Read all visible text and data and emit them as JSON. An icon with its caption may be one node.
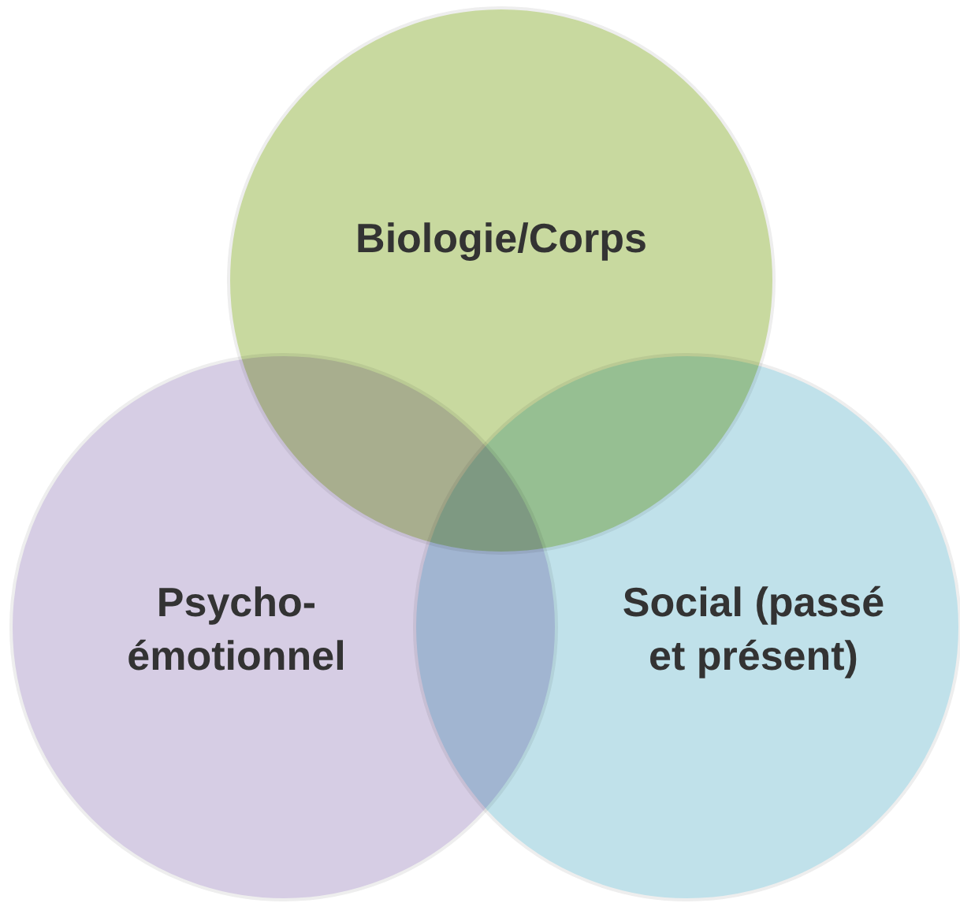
{
  "diagram": {
    "nodes": [
      {
        "text": [
          "Biologie/Corps"
        ]
      },
      {
        "text": [
          "Psycho- émotionnel"
        ]
      },
      {
        "text": [
          "Social (passé et présent)"
        ]
      }
    ]
  }
}
